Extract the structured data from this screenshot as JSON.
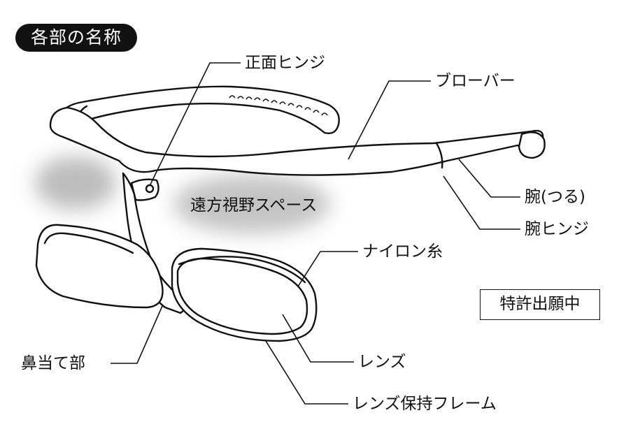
{
  "title": "各部の名称",
  "badge": "特許出願中",
  "space_label": "遠方視野スペース",
  "parts": {
    "front_hinge": "正面ヒンジ",
    "brow_bar": "ブローバー",
    "temple": "腕(つる)",
    "temple_hinge": "腕ヒンジ",
    "nylon_thread": "ナイロン糸",
    "lens": "レンズ",
    "lens_frame": "レンズ保持フレーム",
    "nose_pad": "鼻当て部"
  },
  "colors": {
    "line": "#111111",
    "fill": "#ffffff",
    "shadow": "#bdbdbd"
  }
}
